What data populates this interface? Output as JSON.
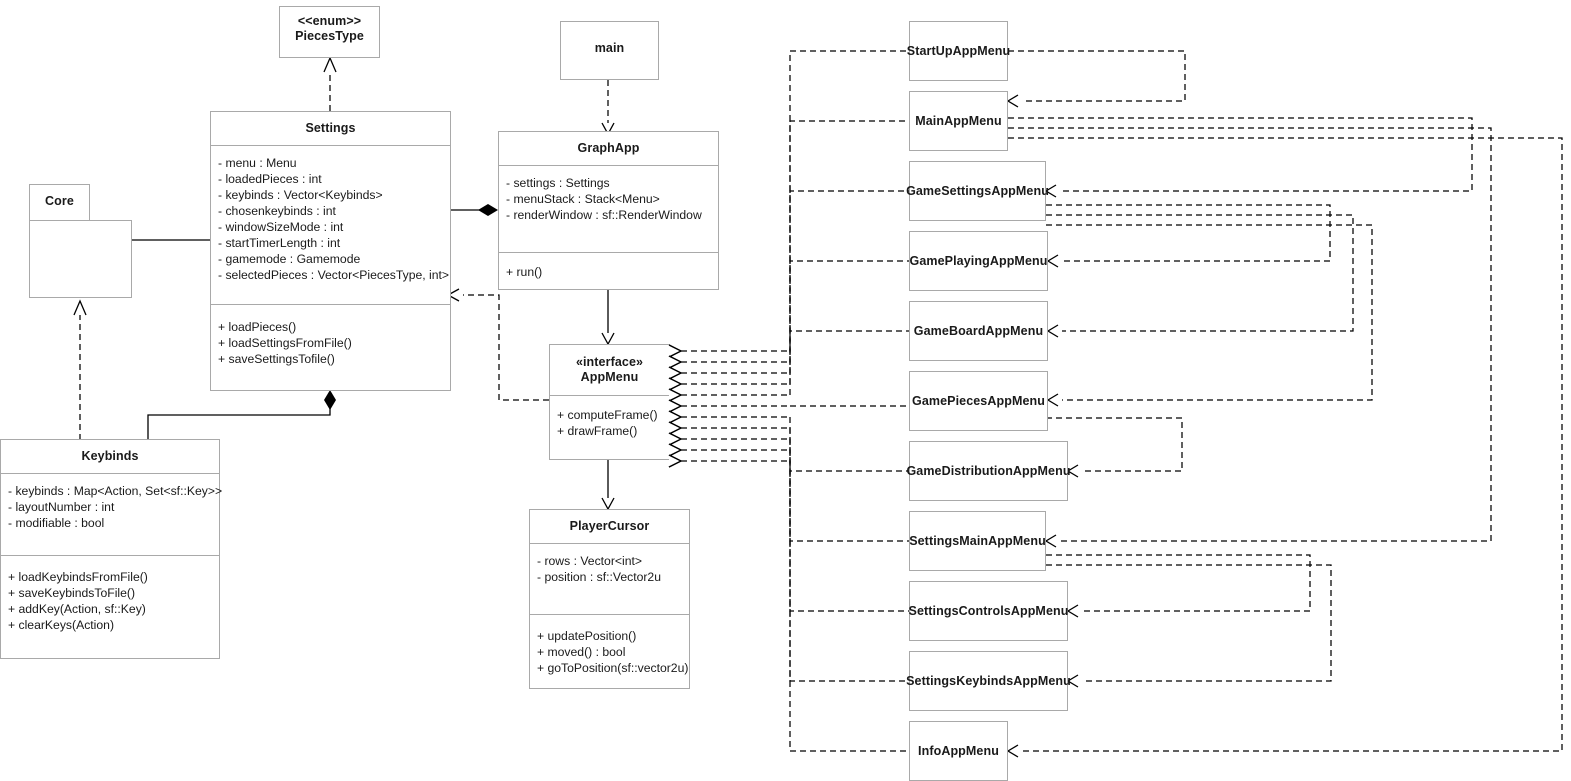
{
  "diagram": {
    "kind": "uml-class-diagram",
    "background": "#ffffff",
    "line_color": "#000000",
    "box_border_color": "#a9a9a9",
    "text_color": "#1a1a1a"
  },
  "classes": {
    "pieces_type": {
      "stereotype": "<<enum>>",
      "name": "PiecesType"
    },
    "core": {
      "name": "Core"
    },
    "settings": {
      "name": "Settings",
      "attributes": [
        "- menu : Menu",
        "- loadedPieces : int",
        "- keybinds : Vector<Keybinds>",
        "- chosenkeybinds : int",
        "- windowSizeMode : int",
        "- startTimerLength : int",
        "- gamemode : Gamemode",
        "- selectedPieces : Vector<PiecesType, int>"
      ],
      "methods": [
        "+ loadPieces()",
        "+ loadSettingsFromFile()",
        "+ saveSettingsTofile()"
      ]
    },
    "keybinds": {
      "name": "Keybinds",
      "attributes": [
        "- keybinds : Map<Action, Set<sf::Key>>",
        "- layoutNumber : int",
        "- modifiable : bool"
      ],
      "methods": [
        "+ loadKeybindsFromFile()",
        "+ saveKeybindsToFile()",
        "+ addKey(Action, sf::Key)",
        "+ clearKeys(Action)"
      ]
    },
    "main": {
      "name": "main"
    },
    "graph_app": {
      "name": "GraphApp",
      "attributes": [
        "- settings : Settings",
        "- menuStack : Stack<Menu>",
        "- renderWindow : sf::RenderWindow"
      ],
      "methods": [
        "+ run()"
      ]
    },
    "app_menu": {
      "stereotype": "«interface»",
      "name": "AppMenu",
      "methods": [
        "+ computeFrame()",
        "+ drawFrame()"
      ]
    },
    "player_cursor": {
      "name": "PlayerCursor",
      "attributes": [
        "- rows : Vector<int>",
        "- position : sf::Vector2u"
      ],
      "methods": [
        "+ updatePosition()",
        "+ moved() : bool",
        "+ goToPosition(sf::vector2u)"
      ]
    }
  },
  "menus": [
    {
      "id": "startup",
      "name": "StartUpAppMenu"
    },
    {
      "id": "main_menu",
      "name": "MainAppMenu"
    },
    {
      "id": "game_settings",
      "name": "GameSettingsAppMenu"
    },
    {
      "id": "game_playing",
      "name": "GamePlayingAppMenu"
    },
    {
      "id": "game_board",
      "name": "GameBoardAppMenu"
    },
    {
      "id": "game_pieces",
      "name": "GamePiecesAppMenu"
    },
    {
      "id": "game_distribution",
      "name": "GameDistributionAppMenu"
    },
    {
      "id": "settings_main",
      "name": "SettingsMainAppMenu"
    },
    {
      "id": "settings_controls",
      "name": "SettingsControlsAppMenu"
    },
    {
      "id": "settings_keybinds",
      "name": "SettingsKeybindsAppMenu"
    },
    {
      "id": "info",
      "name": "InfoAppMenu"
    }
  ],
  "relationships": [
    {
      "type": "dependency",
      "from": "Settings",
      "to": "PiecesType"
    },
    {
      "type": "composition",
      "from": "Core",
      "to": "Settings"
    },
    {
      "type": "composition",
      "from": "Keybinds",
      "to": "Settings"
    },
    {
      "type": "dependency",
      "from": "Keybinds",
      "to": "Core"
    },
    {
      "type": "dependency",
      "from": "main",
      "to": "GraphApp"
    },
    {
      "type": "composition",
      "from": "GraphApp",
      "to": "Settings"
    },
    {
      "type": "association",
      "from": "GraphApp",
      "to": "AppMenu"
    },
    {
      "type": "dependency",
      "from": "AppMenu",
      "to": "Settings"
    },
    {
      "type": "association",
      "from": "AppMenu",
      "to": "PlayerCursor"
    },
    {
      "type": "realization",
      "from": "StartUpAppMenu",
      "to": "AppMenu"
    },
    {
      "type": "realization",
      "from": "MainAppMenu",
      "to": "AppMenu"
    },
    {
      "type": "realization",
      "from": "GameSettingsAppMenu",
      "to": "AppMenu"
    },
    {
      "type": "realization",
      "from": "GamePlayingAppMenu",
      "to": "AppMenu"
    },
    {
      "type": "realization",
      "from": "GameBoardAppMenu",
      "to": "AppMenu"
    },
    {
      "type": "realization",
      "from": "GamePiecesAppMenu",
      "to": "AppMenu"
    },
    {
      "type": "realization",
      "from": "GameDistributionAppMenu",
      "to": "AppMenu"
    },
    {
      "type": "realization",
      "from": "SettingsMainAppMenu",
      "to": "AppMenu"
    },
    {
      "type": "realization",
      "from": "SettingsControlsAppMenu",
      "to": "AppMenu"
    },
    {
      "type": "realization",
      "from": "SettingsKeybindsAppMenu",
      "to": "AppMenu"
    },
    {
      "type": "realization",
      "from": "InfoAppMenu",
      "to": "AppMenu"
    },
    {
      "type": "dependency",
      "from": "StartUpAppMenu",
      "to": "MainAppMenu"
    },
    {
      "type": "dependency",
      "from": "MainAppMenu",
      "to": "GameSettingsAppMenu"
    },
    {
      "type": "dependency",
      "from": "MainAppMenu",
      "to": "SettingsMainAppMenu"
    },
    {
      "type": "dependency",
      "from": "MainAppMenu",
      "to": "InfoAppMenu"
    },
    {
      "type": "dependency",
      "from": "GameSettingsAppMenu",
      "to": "GamePlayingAppMenu"
    },
    {
      "type": "dependency",
      "from": "GameSettingsAppMenu",
      "to": "GameBoardAppMenu"
    },
    {
      "type": "dependency",
      "from": "GameSettingsAppMenu",
      "to": "GamePiecesAppMenu"
    },
    {
      "type": "dependency",
      "from": "GamePiecesAppMenu",
      "to": "GameDistributionAppMenu"
    },
    {
      "type": "dependency",
      "from": "SettingsMainAppMenu",
      "to": "SettingsControlsAppMenu"
    },
    {
      "type": "dependency",
      "from": "SettingsMainAppMenu",
      "to": "SettingsKeybindsAppMenu"
    }
  ]
}
